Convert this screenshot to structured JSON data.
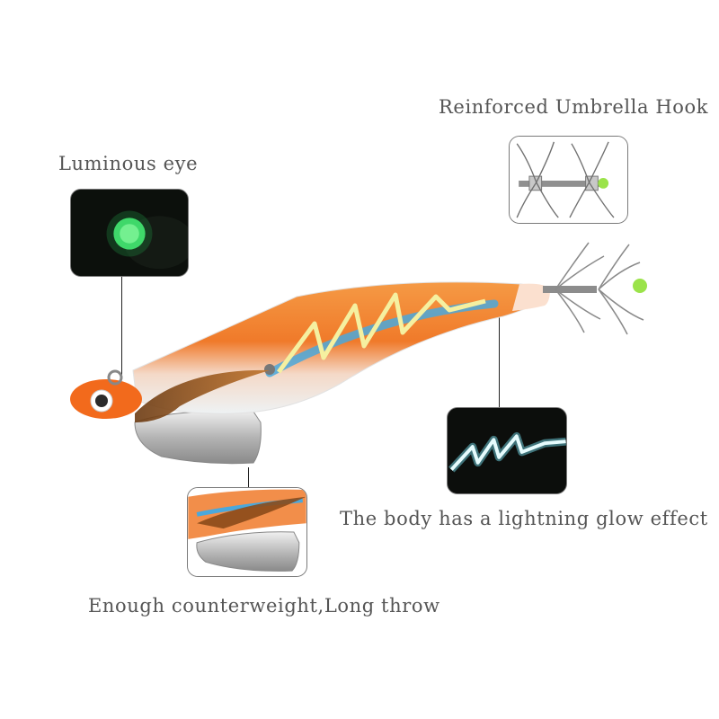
{
  "labels": {
    "eye": "Luminous eye",
    "hook": "Reinforced Umbrella Hook",
    "body": "The body has a lightning glow effect",
    "weight": "Enough counterweight,Long throw"
  },
  "icons": {
    "eye_inset": "glowing-eye-icon",
    "hook_inset": "umbrella-hook-icon",
    "body_inset": "lightning-glow-icon",
    "weight_inset": "sinker-weight-icon"
  },
  "colors": {
    "text": "#555555",
    "body_orange": "#f07a2a",
    "stripe_blue": "#4aa8dc",
    "glow_green": "#3fd86a",
    "glow_cyan": "#bfeff5",
    "sinker_silver": "#b9b9b9"
  }
}
